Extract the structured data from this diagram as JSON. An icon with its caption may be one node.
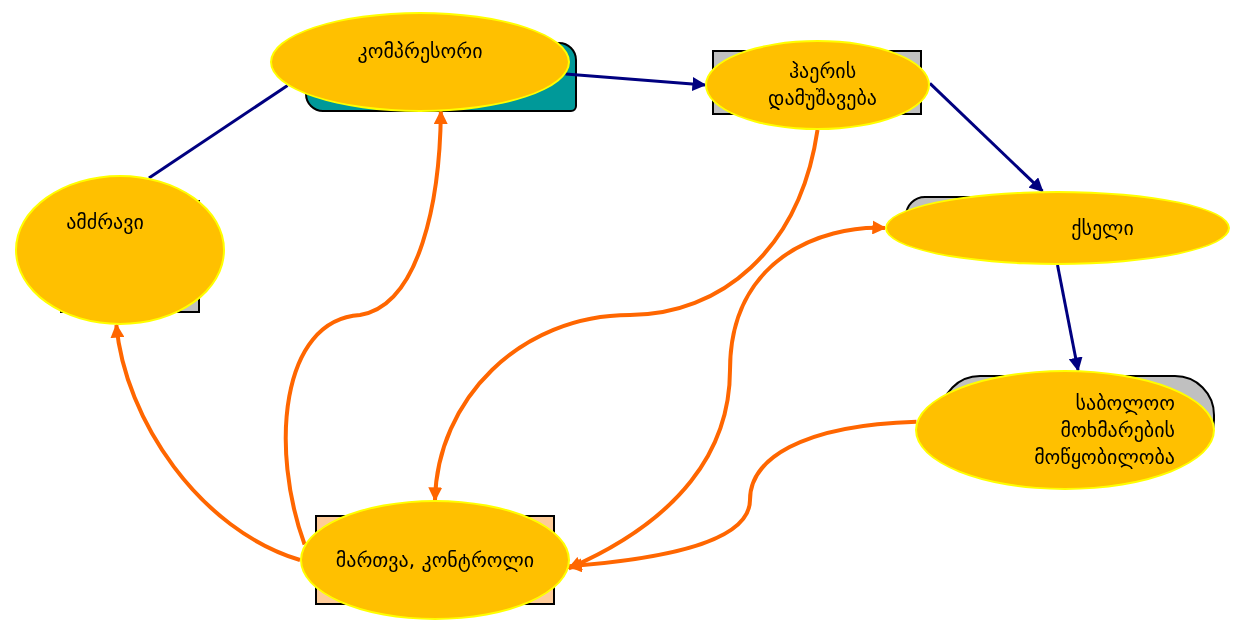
{
  "diagram": {
    "nodes": [
      {
        "text": [
          "კომპრესორი"
        ]
      },
      {
        "text": [
          "ჰაერის დამუშავება"
        ]
      },
      {
        "text": [
          "ამძრავი"
        ]
      },
      {
        "text": [
          "ქსელი"
        ]
      },
      {
        "text": [
          "საბოლოო მოხმარების მოწყობილობა"
        ]
      },
      {
        "text": [
          "მართვა, კონტროლი"
        ]
      }
    ],
    "edges": [
      {
        "from": 2,
        "to": 0,
        "arrow": "none",
        "color": "#000080"
      },
      {
        "from": 0,
        "to": 1,
        "arrow": "to",
        "color": "#000080"
      },
      {
        "from": 1,
        "to": 3,
        "arrow": "to",
        "color": "#000080"
      },
      {
        "from": 3,
        "to": 4,
        "arrow": "to",
        "color": "#000080"
      },
      {
        "from": 5,
        "to": 2,
        "arrow": "to"
      },
      {
        "from": 5,
        "to": 0,
        "arrow": "to"
      },
      {
        "from": 1,
        "to": 5,
        "arrow": "to"
      },
      {
        "from": 5,
        "to": 3,
        "arrow": "both"
      },
      {
        "from": 4,
        "to": 5,
        "arrow": "to"
      }
    ]
  }
}
